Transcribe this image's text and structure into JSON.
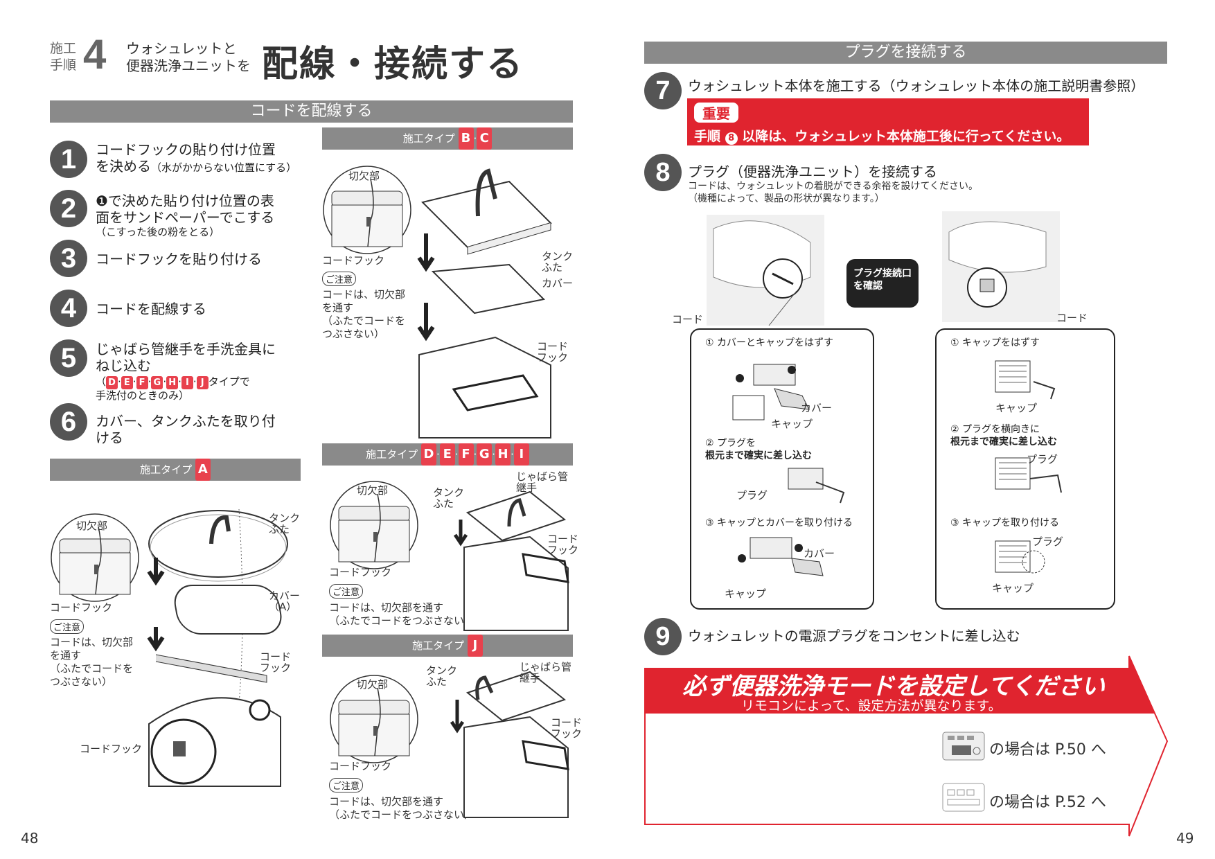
{
  "left_page": {
    "header": {
      "step_label_line1": "施工",
      "step_label_line2": "手順",
      "step_number": "4",
      "subtitle_line1": "ウォシュレットと",
      "subtitle_line2": "便器洗浄ユニットを",
      "title": "配線・接続する"
    },
    "section_title": "コードを配線する",
    "steps": [
      {
        "num": "1",
        "line1": "コードフックの貼り付け位置",
        "line2": "を決める",
        "note": "（水がかからない位置にする）"
      },
      {
        "num": "2",
        "line1": "❶で決めた貼り付け位置の表",
        "line2": "面をサンドペーパーでこする",
        "note": "（こすった後の粉をとる）"
      },
      {
        "num": "3",
        "line1": "コードフックを貼り付ける"
      },
      {
        "num": "4",
        "line1": "コードを配線する"
      },
      {
        "num": "5",
        "line1": "じゃばら管継手を手洗金具に",
        "line2": "ねじ込む",
        "note_prefix": "（",
        "note_suffix": "タイプで",
        "note_line2": "手洗付のときのみ）",
        "types": [
          "D",
          "E",
          "F",
          "G",
          "H",
          "I",
          "J"
        ]
      },
      {
        "num": "6",
        "line1": "カバー、タンクふたを取り付",
        "line2": "ける"
      }
    ],
    "type_a": {
      "label": "施工タイプ",
      "types": [
        "A"
      ],
      "inset_label": "切欠部",
      "hook_label": "コードフック",
      "caution": "ご注意",
      "note_lines": [
        "コードは、切欠部",
        "を通す",
        "（ふたでコードを",
        "つぶさない）"
      ],
      "tank_lid": "タンク\nふた",
      "cover": "カバー\n（A）",
      "cord_hook": "コード\nフック",
      "bottom_hook": "コードフック"
    },
    "type_bc": {
      "label": "施工タイプ",
      "types": [
        "B",
        "C"
      ],
      "inset_label": "切欠部",
      "hook_label": "コードフック",
      "caution": "ご注意",
      "note_lines": [
        "コードは、切欠部",
        "を通す",
        "（ふたでコードを",
        "つぶさない）"
      ],
      "tank_lid": "タンク\nふた",
      "cover": "カバー",
      "cord_hook": "コード\nフック"
    },
    "type_di": {
      "label": "施工タイプ",
      "types": [
        "D",
        "E",
        "F",
        "G",
        "H",
        "I"
      ],
      "inset_label": "切欠部",
      "hook_label": "コードフック",
      "caution": "ご注意",
      "note_lines": [
        "コードは、切欠部を通す",
        "（ふたでコードをつぶさない）"
      ],
      "tank_lid": "タンク\nふた",
      "joint": "じゃばら管\n継手",
      "cord_hook": "コード\nフック"
    },
    "type_j": {
      "label": "施工タイプ",
      "types": [
        "J"
      ],
      "inset_label": "切欠部",
      "hook_label": "コードフック",
      "caution": "ご注意",
      "note_lines": [
        "コードは、切欠部を通す",
        "（ふたでコードをつぶさない）"
      ],
      "tank_lid": "タンク\nふた",
      "joint": "じゃばら管\n継手",
      "cord_hook": "コード\nフック"
    },
    "page_number": "48"
  },
  "right_page": {
    "section_title": "プラグを接続する",
    "step7": {
      "num": "7",
      "text": "ウォシュレット本体を施工する（ウォシュレット本体の施工説明書参照）",
      "important_tag": "重要",
      "important_prefix": "手順",
      "important_ref": "8",
      "important_text": "以降は、ウォシュレット本体施工後に行ってください。"
    },
    "step8": {
      "num": "8",
      "text": "プラグ（便器洗浄ユニット）を接続する",
      "sub1": "コードは、ウォシュレットの着脱ができる余裕を設けてください。",
      "sub2": "（機種によって、製品の形状が異なります。）"
    },
    "callout": "プラグ接続口\nを確認",
    "cord_left": "コード",
    "cord_right": "コード",
    "left_panel": {
      "s1": "① カバーとキャップをはずす",
      "s1_cover": "カバー",
      "s1_cap": "キャップ",
      "s2_line1": "② プラグを",
      "s2_line2": "根元まで確実に差し込む",
      "s2_plug": "プラグ",
      "s3": "③ キャップとカバーを取り付ける",
      "s3_cover": "カバー",
      "s3_cap": "キャップ"
    },
    "right_panel": {
      "s1": "① キャップをはずす",
      "s1_cap": "キャップ",
      "s2_line1": "② プラグを横向きに",
      "s2_line2": "根元まで確実に差し込む",
      "s2_plug": "プラグ",
      "s3": "③ キャップを取り付ける",
      "s3_plug": "プラグ",
      "s3_cap": "キャップ"
    },
    "step9": {
      "num": "9",
      "text": "ウォシュレットの電源プラグをコンセントに差し込む"
    },
    "banner": {
      "title": "必ず便器洗浄モードを設定してください",
      "subtitle": "リモコンによって、設定方法が異なります。",
      "ref1": "の場合は P.50 へ",
      "ref2": "の場合は P.52 へ"
    },
    "page_number": "49"
  },
  "colors": {
    "accent_red": "#e0242f",
    "header_gray": "#8a8a8a",
    "circle_gray": "#555555"
  }
}
